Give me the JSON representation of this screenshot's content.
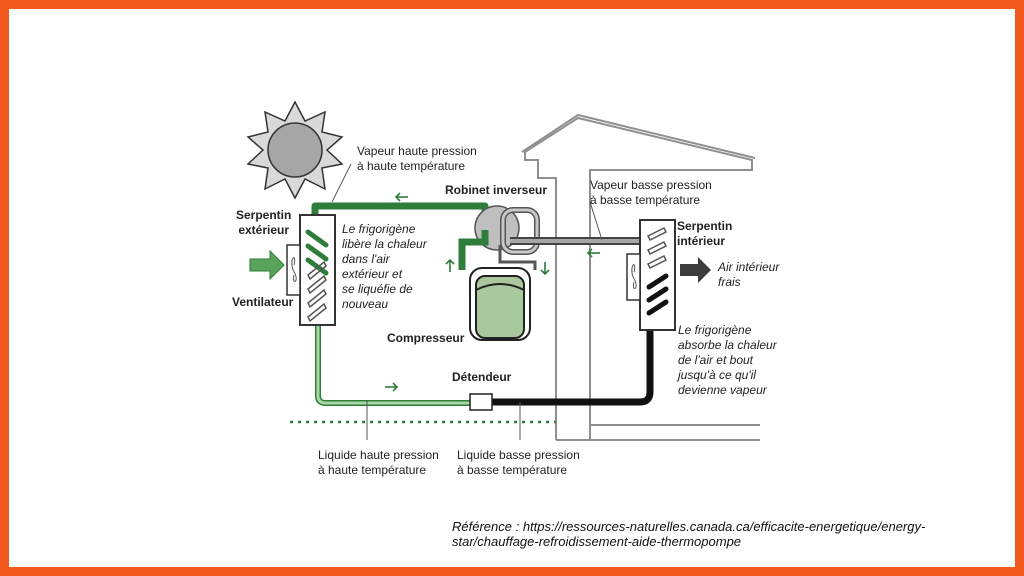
{
  "labels": {
    "vapeur_haute": "Vapeur haute pression\nà haute température",
    "robinet": "Robinet inverseur",
    "vapeur_basse": "Vapeur basse pression\nà basse température",
    "serpentin_ext": "Serpentin\nextérieur",
    "serpentin_int": "Serpentin\nintérieur",
    "frigorigene_libere": "Le frigorigène\nlibère la chaleur\ndans l'air\nextérieur et\nse liquéfie de\nnouveau",
    "air_interieur": "Air intérieur\nfrais",
    "ventilateur": "Ventilateur",
    "compresseur": "Compresseur",
    "frigorigene_absorbe": "Le frigorigène\nabsorbe la chaleur\nde l'air et bout\njusqu'à ce qu'il\ndevienne vapeur",
    "detendeur": "Détendeur",
    "liquide_haute": "Liquide haute pression\nà haute température",
    "liquide_basse": "Liquide basse pression\nà basse température"
  },
  "reference": "Référence : https://ressources-naturelles.canada.ca/efficacite-energetique/energy-\nstar/chauffage-refroidissement-aide-thermopompe",
  "colors": {
    "frame": "#f25a1d",
    "hot_line": "#2f7d3a",
    "liquid_line": "#6fb36b",
    "cold_line": "#111111",
    "vapor_low_line": "#8a8a8a",
    "sun": "#a6a6a6",
    "house": "#8f8f8f"
  }
}
